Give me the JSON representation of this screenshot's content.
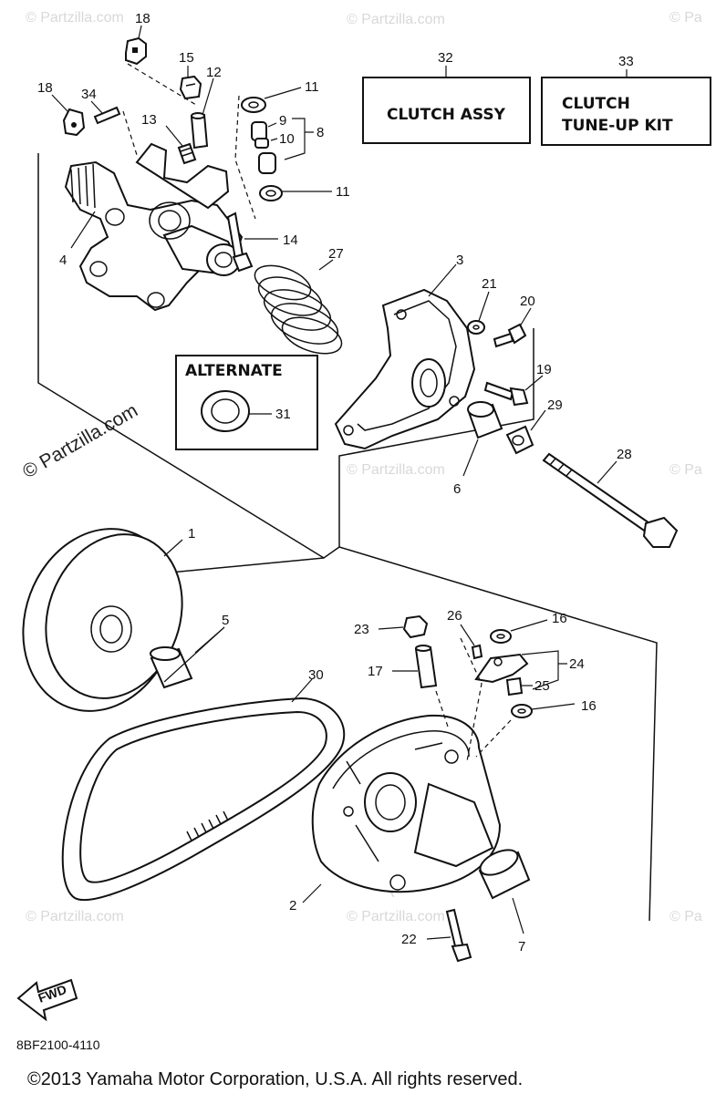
{
  "watermark": {
    "site": "© Partzilla.com",
    "site_short": "Partzilla.com",
    "corner": "© Pa"
  },
  "boxes": {
    "clutch_assy": {
      "number": "32",
      "lines": [
        "CLUTCH ASSY"
      ]
    },
    "tune_up_kit": {
      "number": "33",
      "lines": [
        "CLUTCH",
        "TUNE-UP KIT"
      ]
    },
    "alternate": {
      "title": "ALTERNATE",
      "number": "31"
    }
  },
  "callouts": {
    "c1": "1",
    "c2": "2",
    "c3": "3",
    "c4": "4",
    "c5": "5",
    "c6": "6",
    "c7": "7",
    "c8": "8",
    "c9": "9",
    "c10": "10",
    "c11a": "11",
    "c11b": "11",
    "c12": "12",
    "c13": "13",
    "c14": "14",
    "c15": "15",
    "c16a": "16",
    "c16b": "16",
    "c17": "17",
    "c18a": "18",
    "c18b": "18",
    "c19": "19",
    "c20": "20",
    "c21": "21",
    "c22": "22",
    "c23": "23",
    "c24": "24",
    "c25": "25",
    "c26": "26",
    "c27": "27",
    "c28": "28",
    "c29": "29",
    "c30": "30",
    "c34": "34"
  },
  "fwd_label": "FWD",
  "diagram_code": "8BF2100-4110",
  "copyright": "©2013 Yamaha Motor Corporation, U.S.A. All rights reserved."
}
